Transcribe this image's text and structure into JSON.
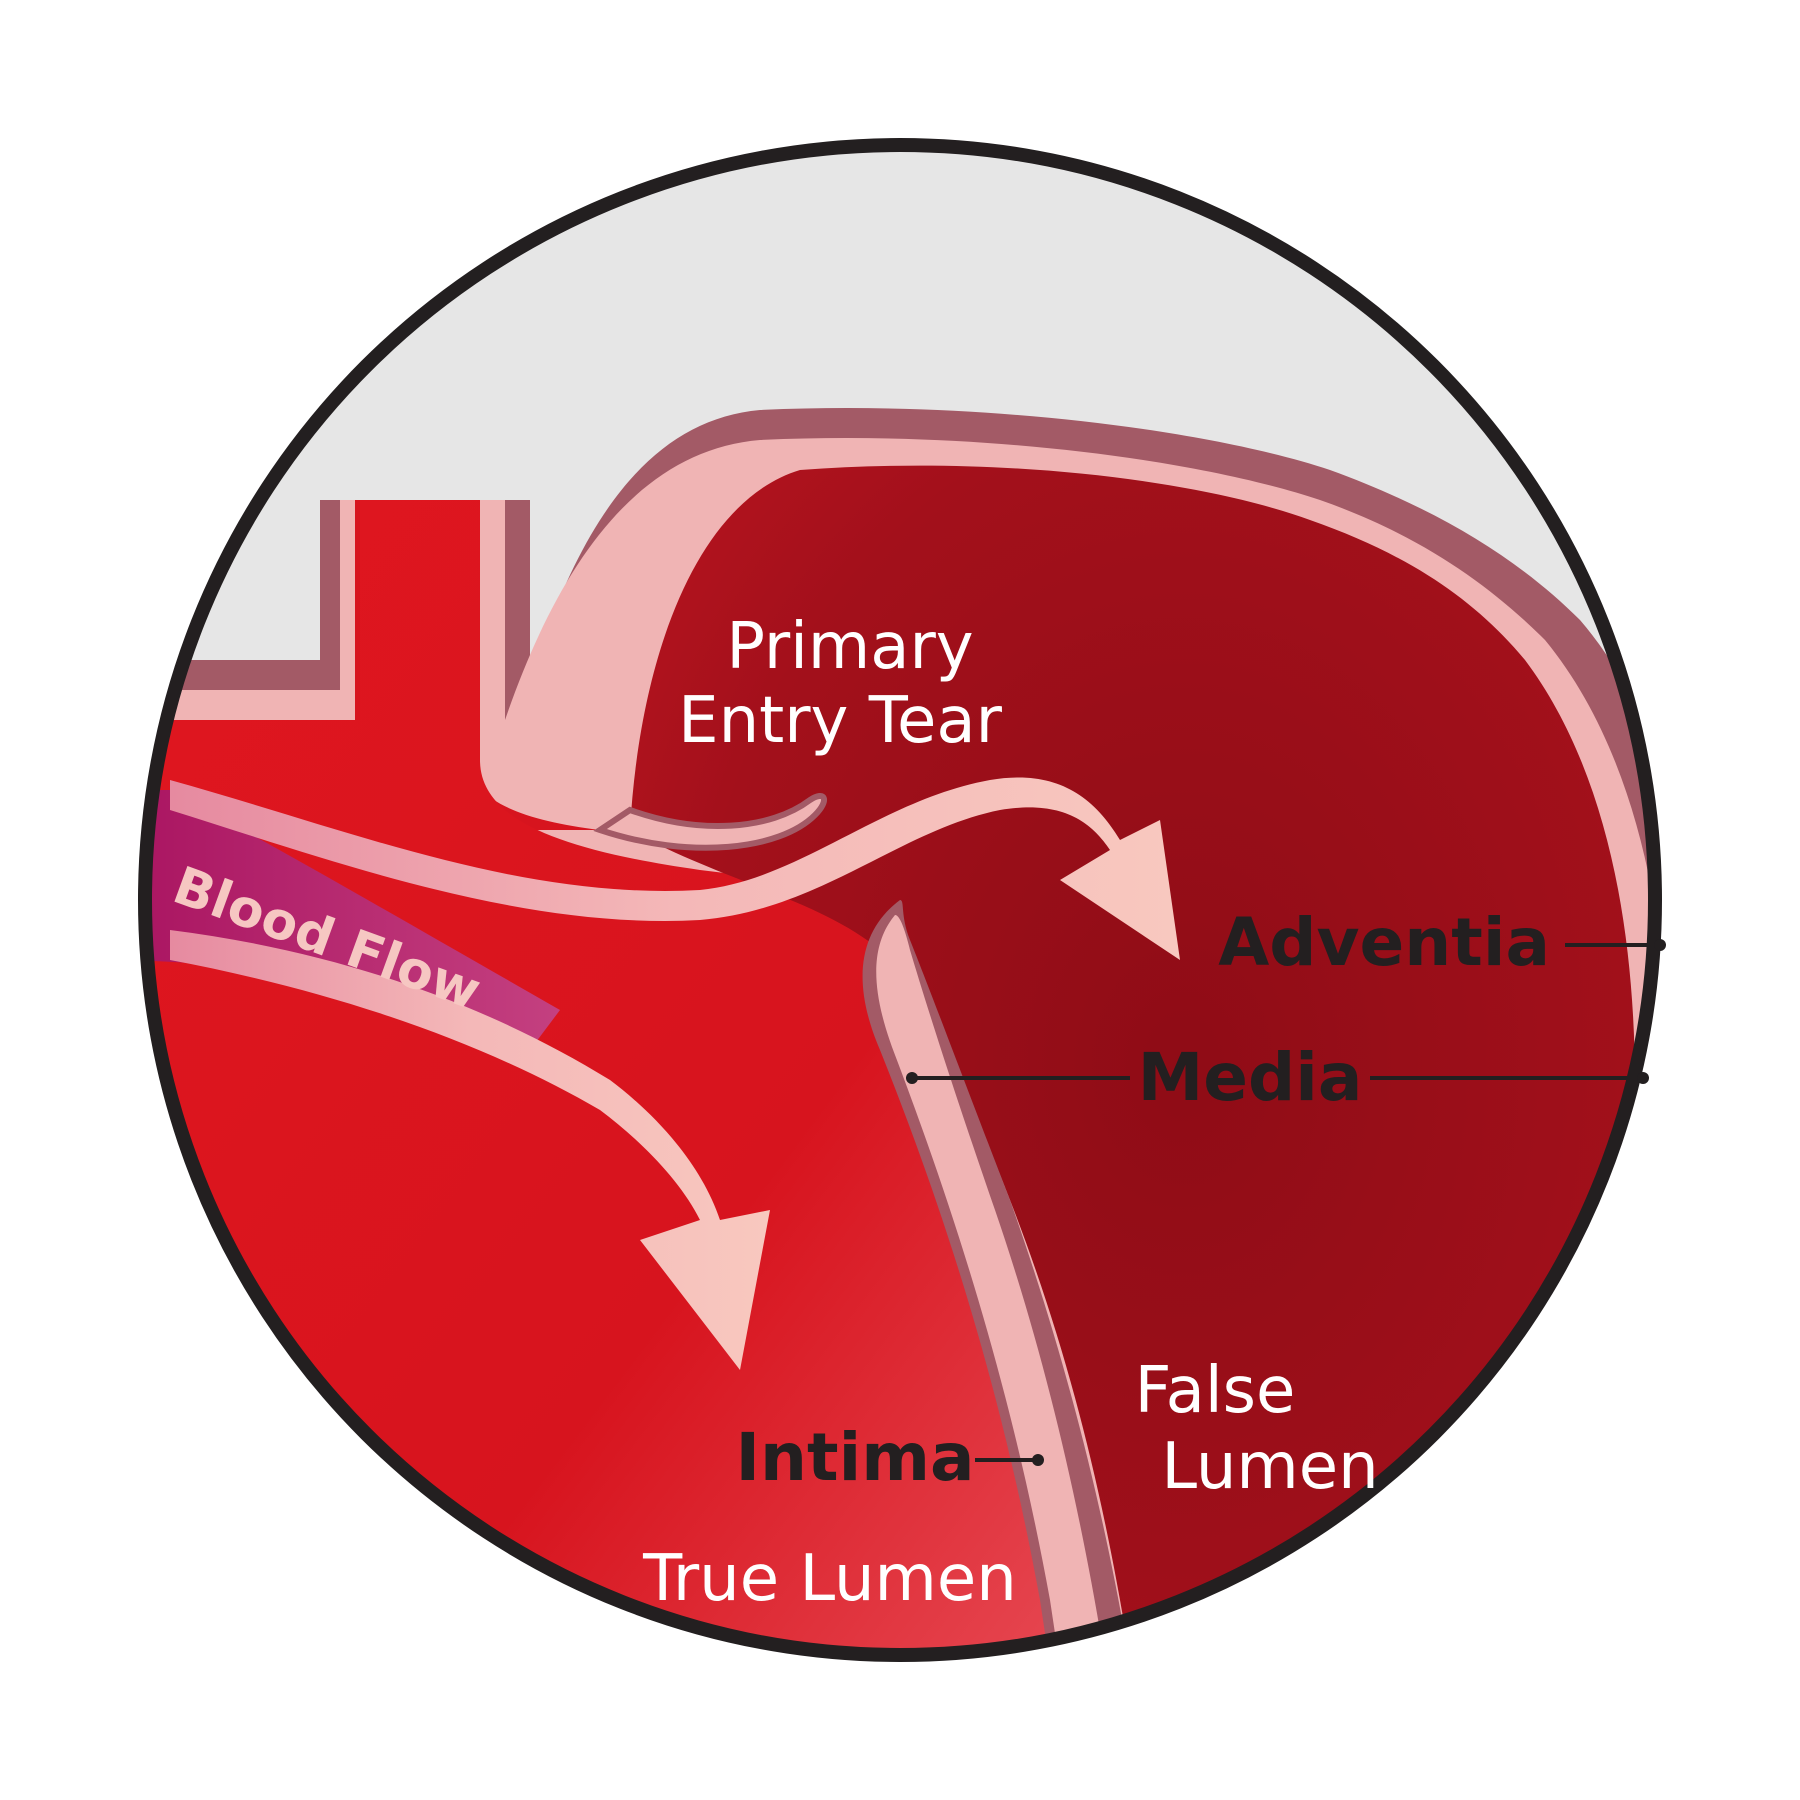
{
  "labels": {
    "primary_entry_tear_line1": "Primary",
    "primary_entry_tear_line2": "Entry Tear",
    "blood_flow": "Blood Flow",
    "adventia": "Adventia",
    "media": "Media",
    "intima": "Intima",
    "true_lumen": "True Lumen",
    "false_lumen_line1": "False",
    "false_lumen_line2": "Lumen"
  },
  "colors": {
    "background_tissue": "#e6e6e6",
    "outer_ring": "#231f20",
    "adventitia_wall": "#a35a66",
    "media_wall": "#f0b4b4",
    "true_lumen_blood": "#d7141e",
    "false_lumen_blood": "#a3101b",
    "branch_vessel_purple": "#b0156c",
    "flow_arrow": "#f6c1b9"
  }
}
